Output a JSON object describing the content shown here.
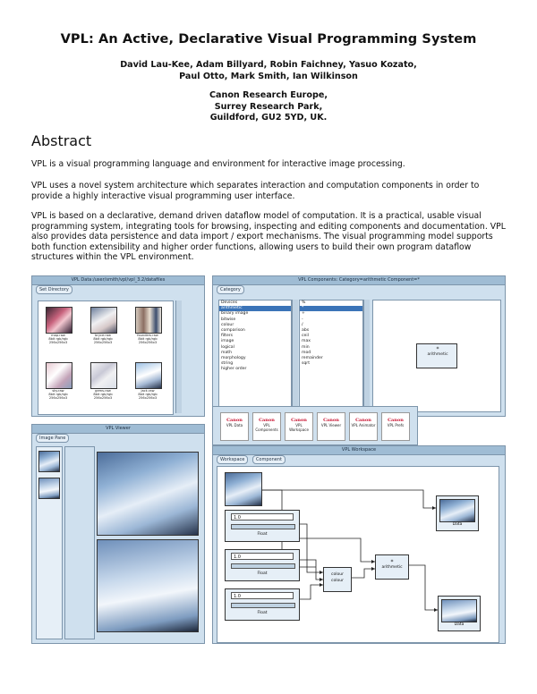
{
  "paper": {
    "title": "VPL: An Active, Declarative Visual Programming System",
    "authors_line1": "David Lau-Kee, Adam Billyard, Robin Faichney, Yasuo Kozato,",
    "authors_line2": "Paul Otto, Mark Smith, Ian Wilkinson",
    "affil_line1": "Canon Research Europe,",
    "affil_line2": "Surrey Research Park,",
    "affil_line3": "Guildford, GU2 5YD, UK.",
    "abstract_heading": "Abstract",
    "para1": "VPL is a visual programming language and environment for interactive image processing.",
    "para2": "VPL uses a novel system architecture which separates interaction and computation components in order to provide a highly interactive visual programming user interface.",
    "para3": "VPL is based on a declarative, demand driven dataflow model of computation. It is a practical, usable visual programming system, integrating tools for browsing, inspecting and editing components and documentation. VPL also provides data persistence and data import / export mechanisms. The visual programming model supports both function extensibility and higher order functions, allowing users to build their own program dataflow structures within the VPL environment."
  },
  "figure": {
    "datafiles_window": {
      "title": "VPL Data:/user/smith/vpl/vpl_3.2/datafiles",
      "menu": "Set Directory",
      "captions": [
        [
          "map.raw",
          "8bit rgb/rgb",
          "256x256x3"
        ],
        [
          "bryce.raw",
          "8bit rgb/rgb",
          "256x256x3"
        ],
        [
          "founders.raw",
          "8bit rgb/rgb",
          "256x256x3"
        ],
        [
          "sky.raw",
          "8bit rgb/rgb",
          "256x256x3"
        ],
        [
          "gems.raw",
          "8bit rgb/rgb",
          "256x256x3"
        ],
        [
          "jack.raw",
          "8bit rgb/rgb",
          "256x256x3"
        ]
      ]
    },
    "components_window": {
      "title": "VPL Components: Category=arithmetic  Component=*",
      "menu": "Category",
      "categories": [
        "Devices",
        "arithmetic",
        "binary image",
        "bitwise",
        "colour",
        "comparison",
        "filters",
        "image",
        "logical",
        "math",
        "morphology",
        "string",
        "higher order"
      ],
      "selected_category": "arithmetic",
      "components": [
        "%",
        "*",
        "+",
        "-",
        "/",
        "abs",
        "ceil",
        "max",
        "min",
        "mod",
        "remainder",
        "sqrt"
      ],
      "selected_component": "*",
      "preview_node": "arithmetic",
      "preview_symbol": "*"
    },
    "palette": {
      "brand": "Canon",
      "tools": [
        "VPL Data",
        "VPL Components",
        "VPL Workspace",
        "VPL Viewer",
        "VPL Animator",
        "VPL Prefs"
      ]
    },
    "viewer_window": {
      "title": "VPL Viewer",
      "menu": "Image Pane"
    },
    "workspace_window": {
      "title": "VPL Workspace",
      "menu_workspace": "Workspace",
      "menu_component": "Component",
      "float_value": "1.0",
      "float_label": "Float",
      "colour_node": "colour",
      "colour_symbol": "colour",
      "arith_node": "arithmetic",
      "arith_symbol": "*",
      "data_label": "Data"
    }
  }
}
